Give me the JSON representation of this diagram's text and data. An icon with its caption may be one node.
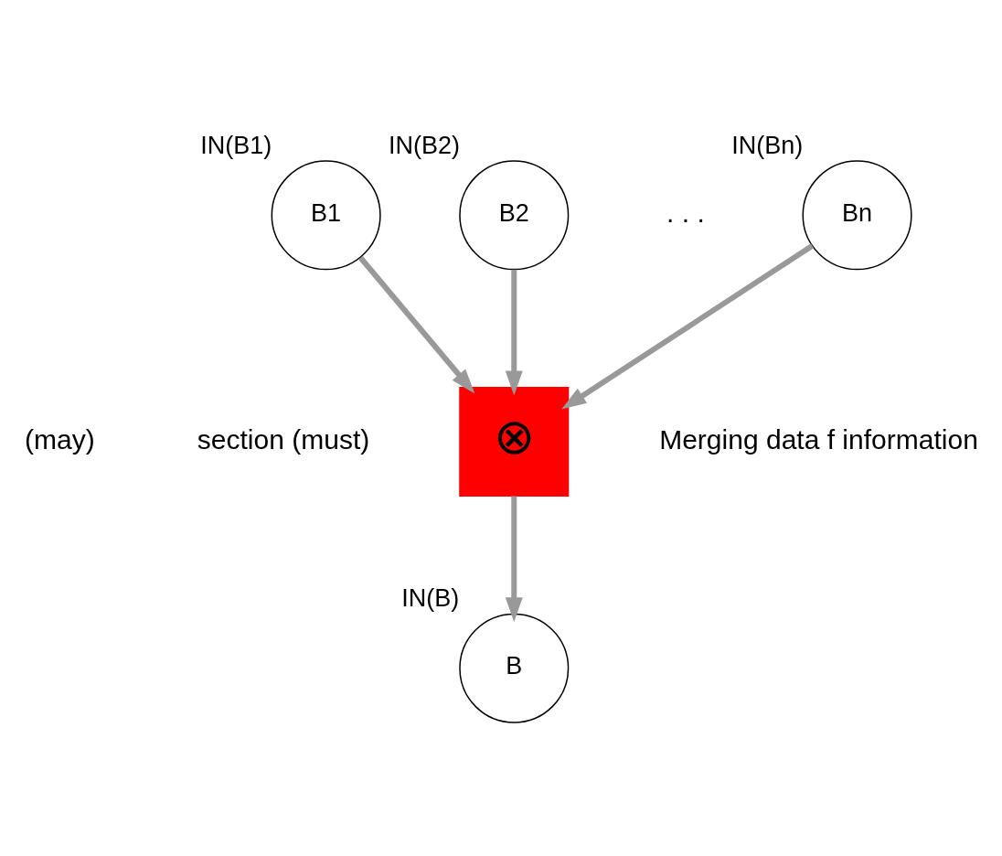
{
  "diagram": {
    "nodes": [
      {
        "text": [
          "B1"
        ],
        "beside": [
          "IN(B1)"
        ]
      },
      {
        "text": [
          "B2"
        ],
        "beside": [
          "IN(B2)"
        ]
      },
      {
        "text": [
          "Bn"
        ],
        "beside": [
          "IN(Bn)"
        ]
      },
      {
        "text": [
          "⊗"
        ]
      },
      {
        "text": [
          "B"
        ],
        "beside": [
          "IN(B)"
        ]
      }
    ],
    "edges": [
      {
        "from": 0,
        "to": 3,
        "arrow": "to"
      },
      {
        "from": 1,
        "to": 3,
        "arrow": "to"
      },
      {
        "from": 2,
        "to": 3,
        "arrow": "to"
      },
      {
        "from": 3,
        "to": 4,
        "arrow": "to"
      }
    ],
    "labels": [
      ". . .",
      "(may)",
      "section (must)",
      "Merging data f information"
    ]
  }
}
